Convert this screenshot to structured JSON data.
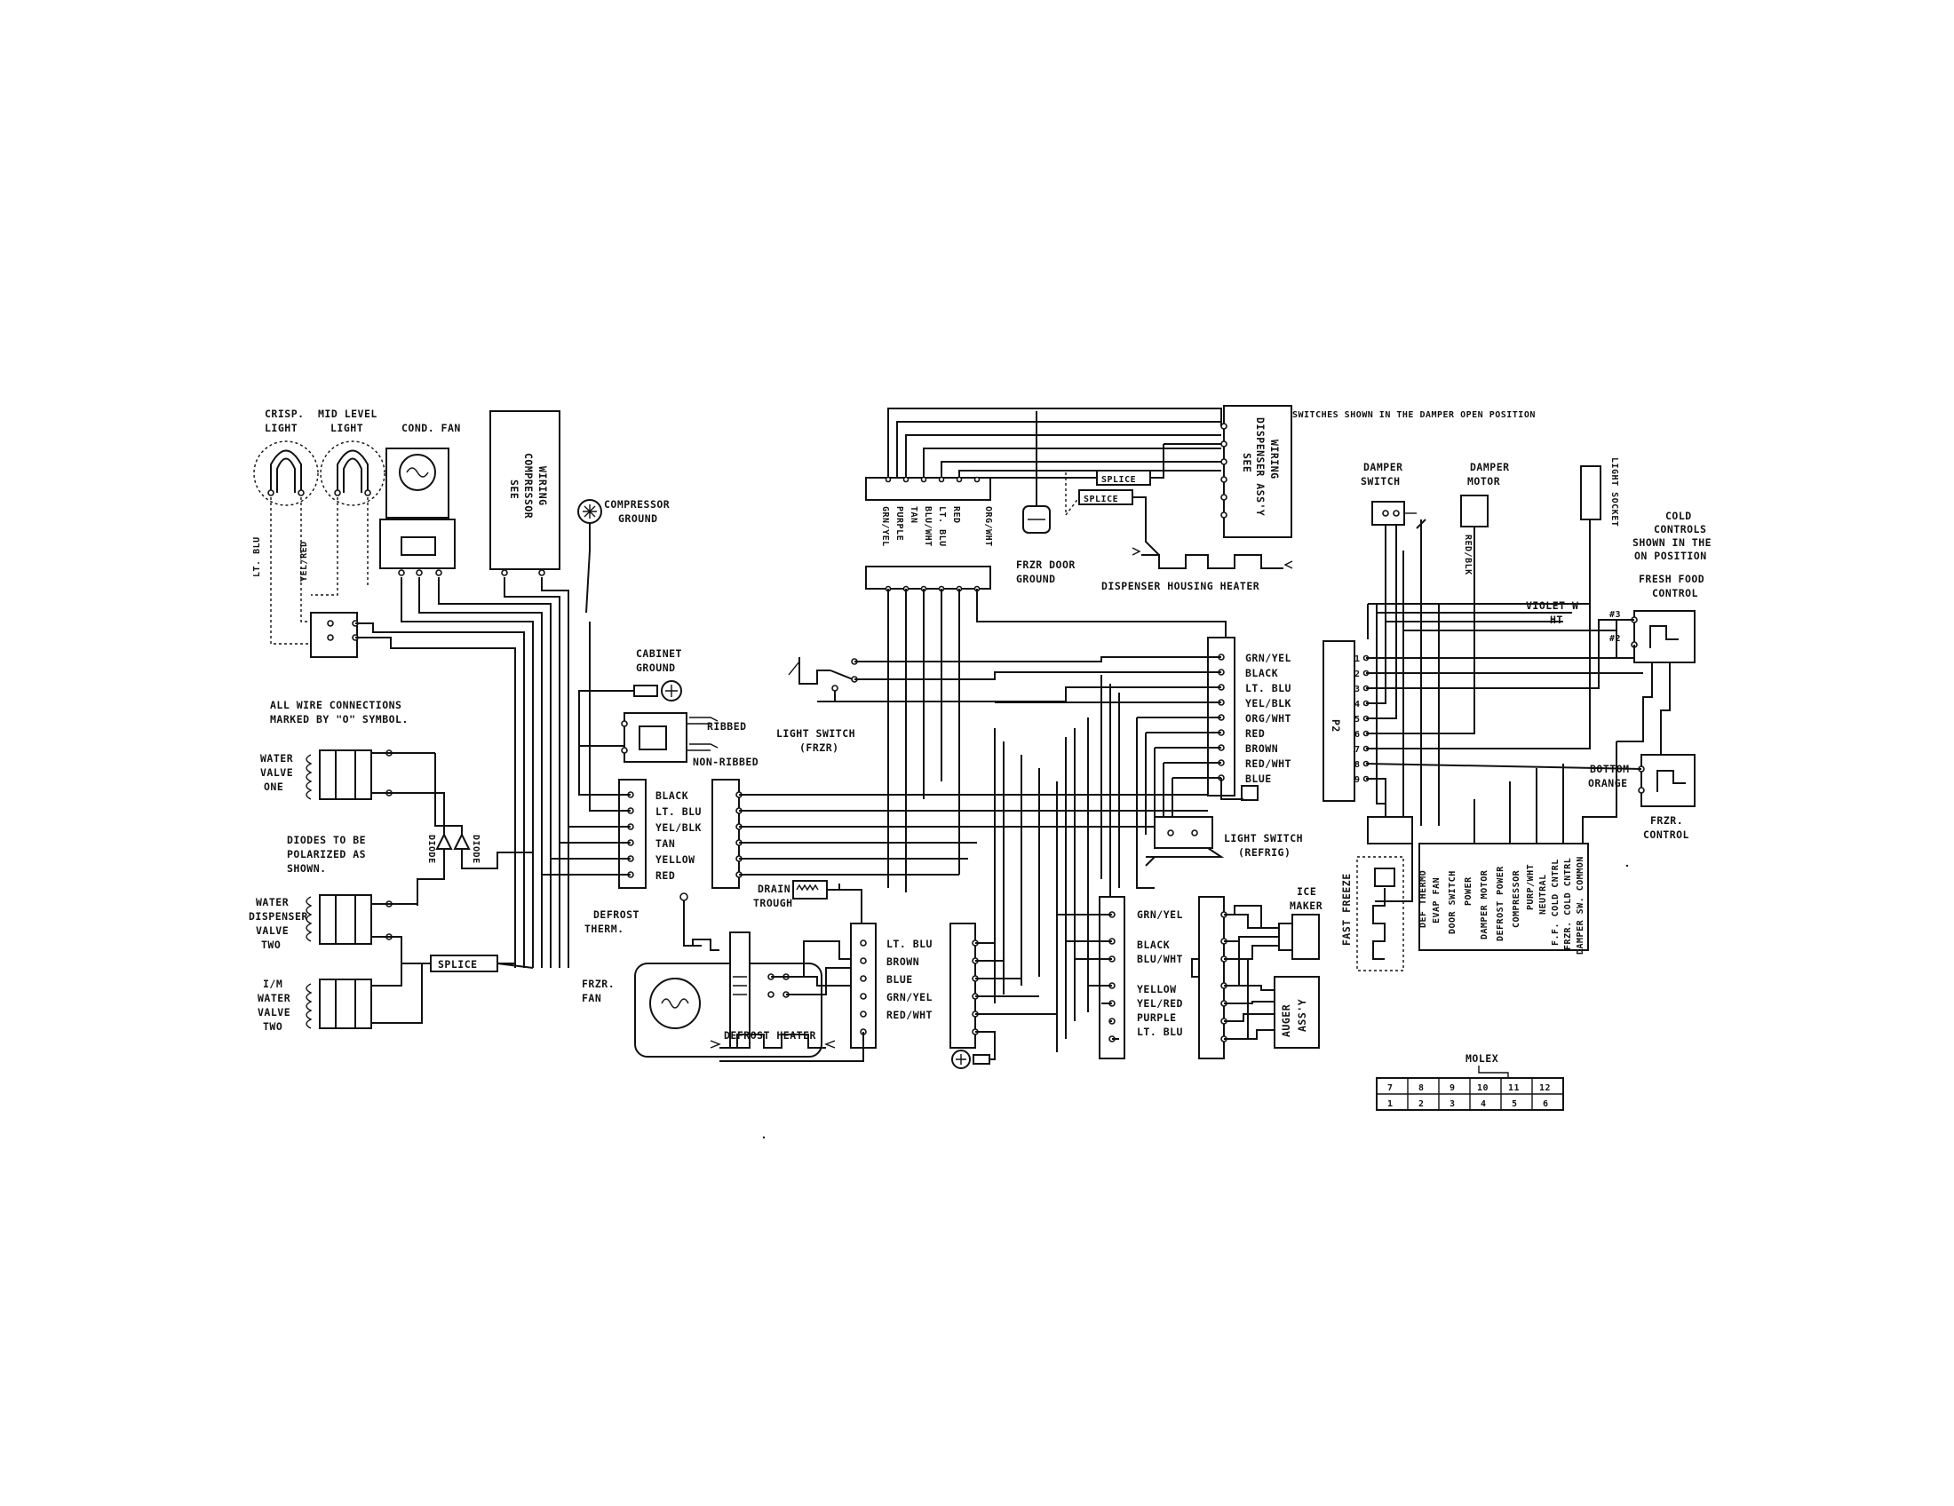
{
  "header": {
    "switches_note": "SWITCHES SHOWN IN THE DAMPER OPEN POSITION"
  },
  "components": {
    "crisp_light": [
      "CRISP.",
      "LIGHT"
    ],
    "mid_level_light": [
      "MID LEVEL",
      "LIGHT"
    ],
    "cond_fan": "COND. FAN",
    "see_compressor_wiring": [
      "SEE",
      "COMPRESSOR",
      "WIRING"
    ],
    "compressor_ground": [
      "COMPRESSOR",
      "GROUND"
    ],
    "cabinet_ground": [
      "CABINET",
      "GROUND"
    ],
    "ribbed": "RIBBED",
    "non_ribbed": "NON-RIBBED",
    "wire_note": [
      "ALL WIRE CONNECTIONS",
      "MARKED BY \"O\" SYMBOL."
    ],
    "water_valve_one": [
      "WATER",
      "VALVE",
      "ONE"
    ],
    "diodes_note": [
      "DIODES TO BE",
      "POLARIZED AS",
      "SHOWN."
    ],
    "diode": "DIODE",
    "water_dispenser_valve_two": [
      "WATER",
      "DISPENSER",
      "VALVE",
      "TWO"
    ],
    "im_water_valve_two": [
      "I/M",
      "WATER",
      "VALVE",
      "TWO"
    ],
    "splice": "SPLICE",
    "light_switch_frzr": [
      "LIGHT SWITCH",
      "(FRZR)"
    ],
    "drain_trough": [
      "DRAIN",
      "TROUGH"
    ],
    "defrost_therm": [
      "DEFROST",
      "THERM."
    ],
    "frzr_fan": [
      "FRZR.",
      "FAN"
    ],
    "defrost_heater": "DEFROST HEATER",
    "frzr_door_ground": [
      "FRZR DOOR",
      "GROUND"
    ],
    "dispenser_housing_heater": "DISPENSER HOUSING HEATER",
    "see_dispenser_wiring": [
      "SEE",
      "DISPENSER ASS'Y",
      "WIRING"
    ],
    "light_switch_refrig": [
      "LIGHT SWITCH",
      "(REFRIG)"
    ],
    "ice_maker": [
      "ICE",
      "MAKER"
    ],
    "auger_assy": [
      "AUGER",
      "ASS'Y"
    ],
    "fast_freeze": "FAST FREEZE",
    "damper_switch": [
      "DAMPER",
      "SWITCH"
    ],
    "damper_motor": [
      "DAMPER",
      "MOTOR"
    ],
    "light_socket": "LIGHT SOCKET",
    "cold_controls_note": [
      "COLD",
      "CONTROLS",
      "SHOWN IN THE",
      "ON POSITION"
    ],
    "fresh_food_control": [
      "FRESH FOOD",
      "CONTROL"
    ],
    "violet_wht": [
      "VIOLET W",
      "HT"
    ],
    "bottom_orange": [
      "BOTTOM",
      "ORANGE"
    ],
    "frzr_control": [
      "FRZR.",
      "CONTROL"
    ],
    "p2": "P2",
    "molex": "MOLEX"
  },
  "wire_labels": {
    "lt_blu": "LT. BLU",
    "yel_red": "YEL/RED",
    "dispenser_plug": [
      "GRN/YEL",
      "PURPLE",
      "TAN",
      "BLU/WHT",
      "LT. BLU",
      "RED",
      "ORG/WHT"
    ],
    "main_harness": [
      "GRN/YEL",
      "BLACK",
      "LT. BLU",
      "YEL/BLK",
      "ORG/WHT",
      "RED",
      "BROWN",
      "RED/WHT",
      "BLUE"
    ],
    "left_harness": [
      "BLACK",
      "LT. BLU",
      "YEL/BLK",
      "TAN",
      "YELLOW",
      "RED"
    ],
    "freezer_harness": [
      "LT. BLU",
      "BROWN",
      "BLUE",
      "GRN/YEL",
      "RED/WHT"
    ],
    "ice_harness": [
      "GRN/YEL",
      "BLACK",
      "BLU/WHT",
      "YELLOW",
      "YEL/RED",
      "PURPLE",
      "LT. BLU"
    ],
    "damper_motor_wire": "RED/BLK",
    "p2_pins": [
      "1",
      "2",
      "3",
      "4",
      "5",
      "6",
      "7",
      "8",
      "9"
    ],
    "p2_functions": [
      "DEF THERMO",
      "EVAP FAN",
      "DOOR SWITCH",
      "POWER",
      "DAMPER MOTOR",
      "DEFROST POWER",
      "COMPRESSOR",
      "PURP/WHT",
      "NEUTRAL",
      "F.F. COLD CNTRL",
      "FRZR. COLD CNTRL",
      "DAMPER SW. COMMON"
    ],
    "control_terminals": [
      "#3",
      "#2"
    ]
  },
  "molex_grid": {
    "top_row": [
      "7",
      "8",
      "9",
      "10",
      "11",
      "12"
    ],
    "bottom_row": [
      "1",
      "2",
      "3",
      "4",
      "5",
      "6"
    ]
  }
}
